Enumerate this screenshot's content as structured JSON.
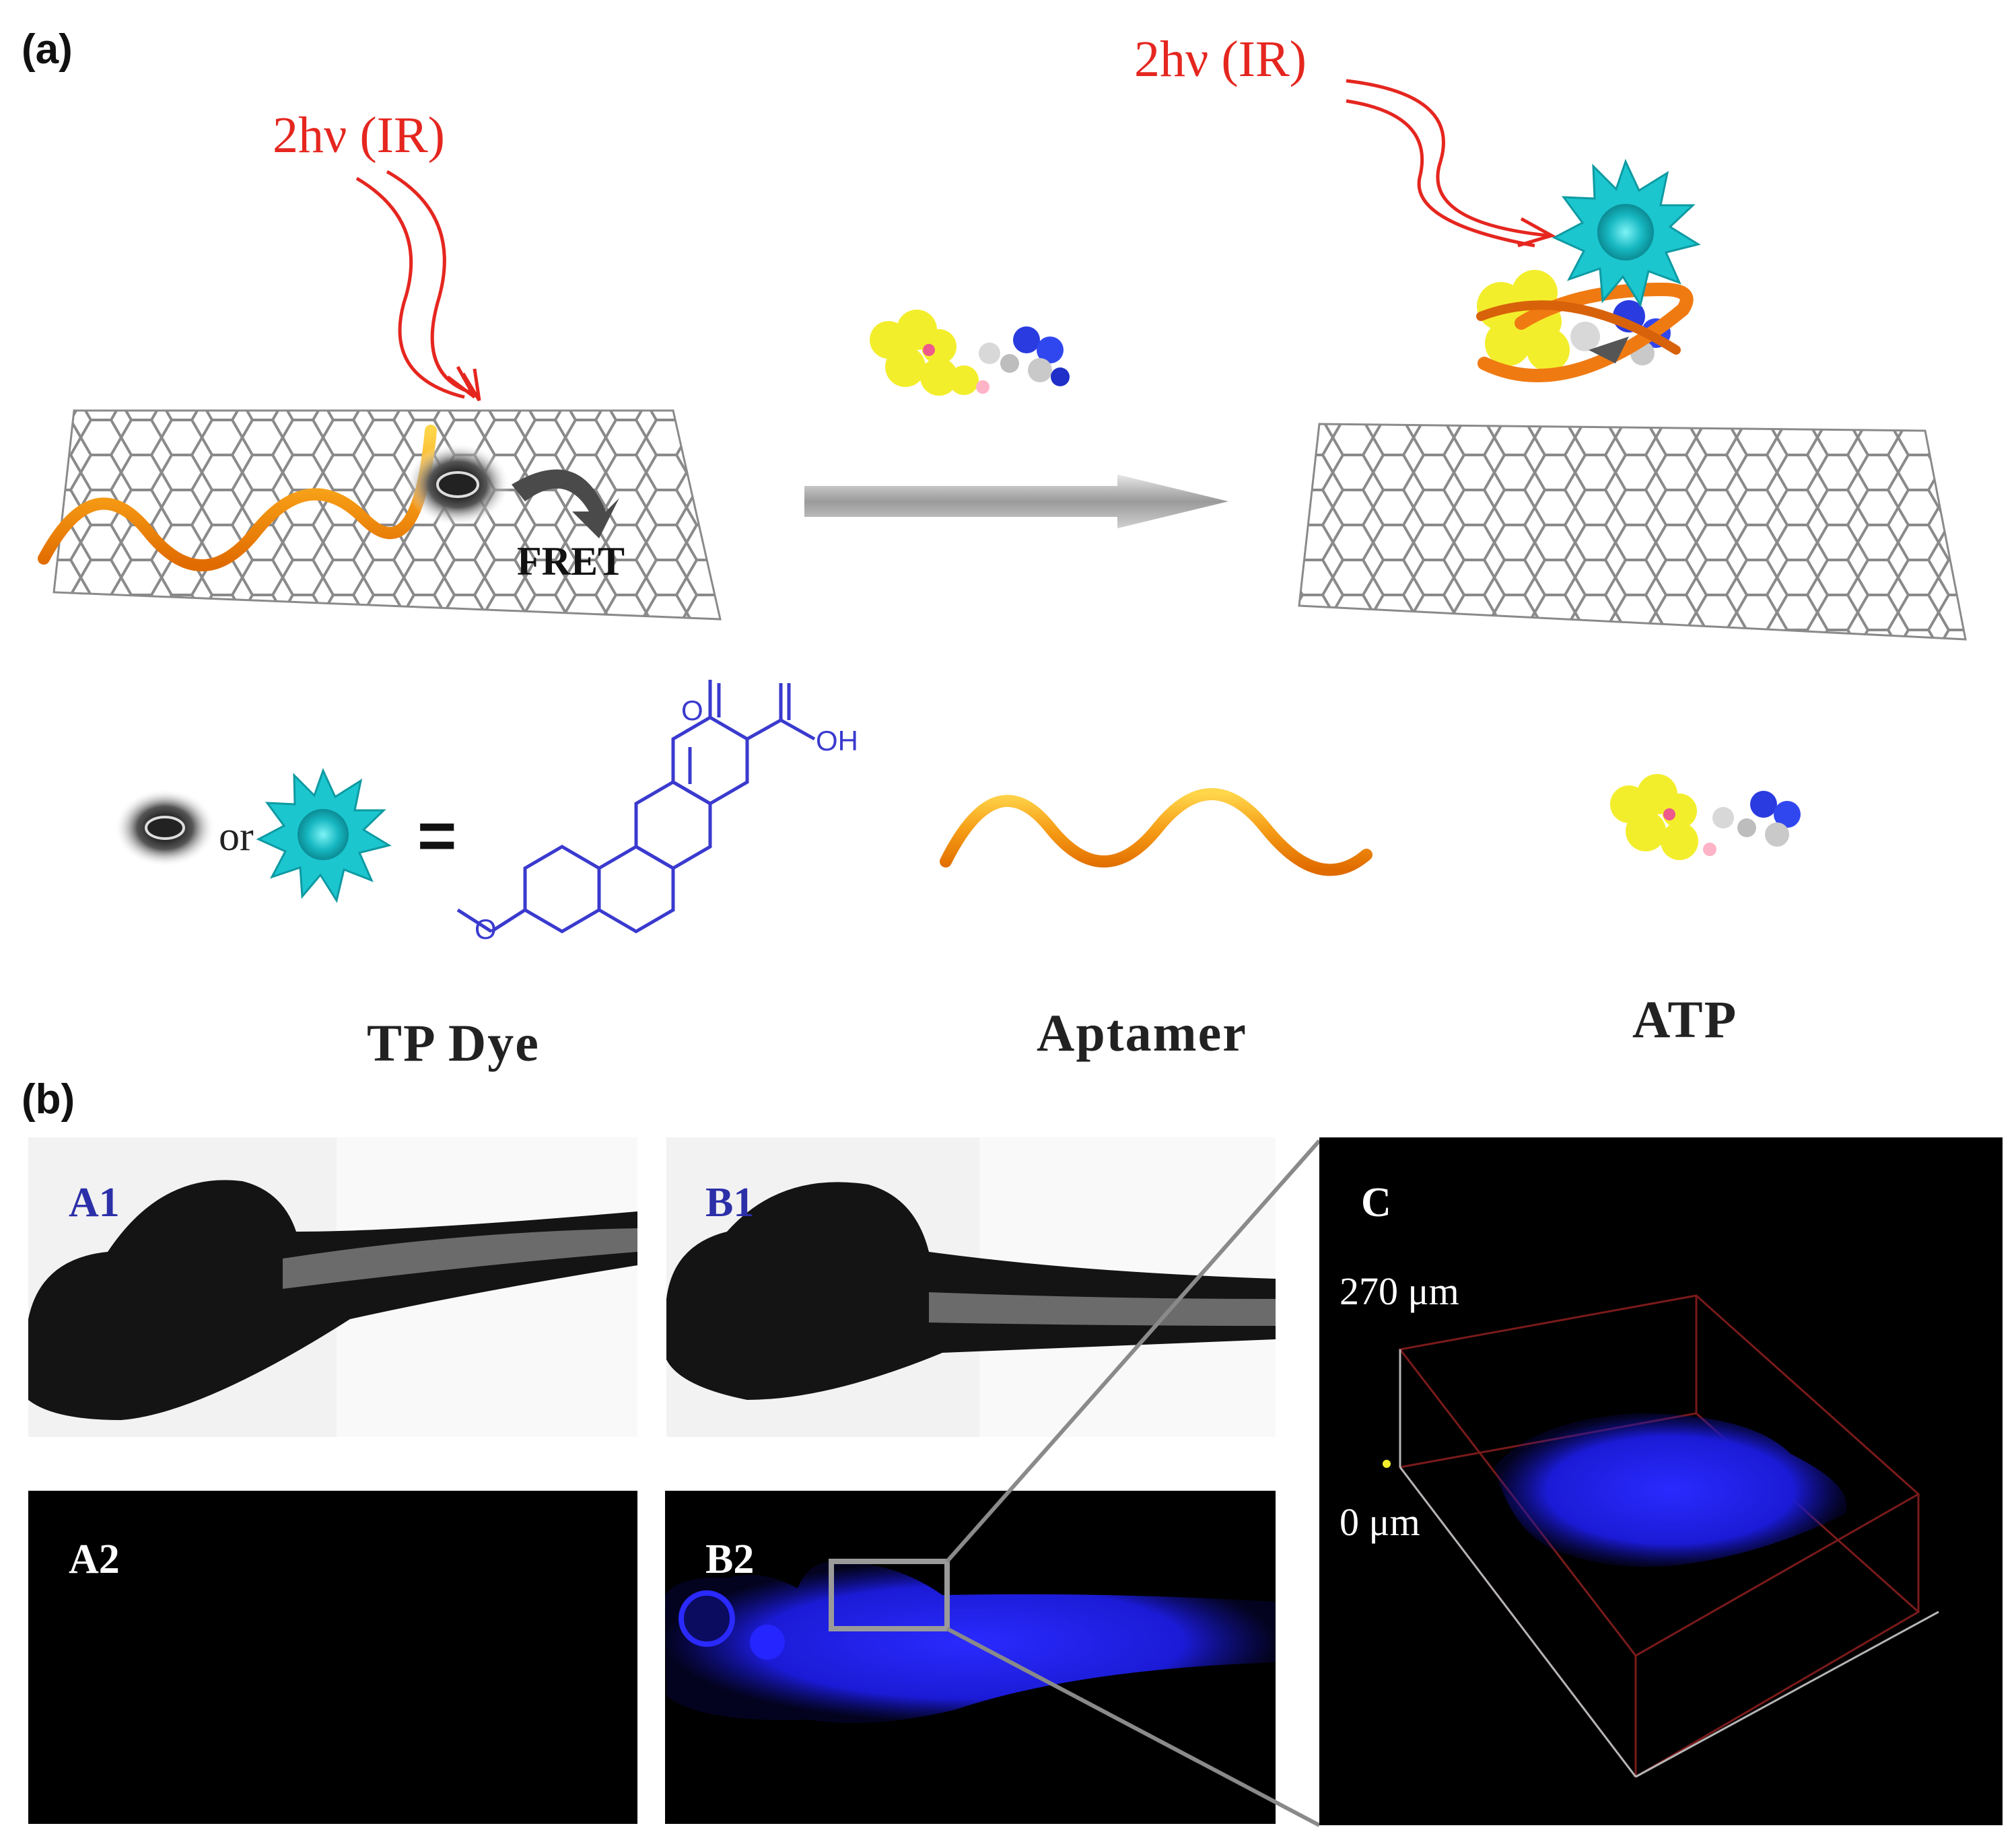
{
  "panel_a": {
    "label": "(a)",
    "excitation_left": "2hν (IR)",
    "excitation_right": "2hν (IR)",
    "fret_label": "FRET",
    "legend": {
      "or_text": "or",
      "equals": "=",
      "tp_dye_caption": "TP Dye",
      "aptamer_caption": "Aptamer",
      "atp_caption": "ATP",
      "molecule_labels": {
        "oxygen": "O",
        "hydroxyl": "OH"
      }
    }
  },
  "panel_b": {
    "label": "(b)",
    "images": {
      "a1": "A1",
      "a2": "A2",
      "b1": "B1",
      "b2": "B2",
      "c": "C"
    },
    "scale_top": "270 μm",
    "scale_bottom": "0 μm"
  },
  "colors": {
    "excitation_red": "#e5261f",
    "graphene_grey": "#8a8a8a",
    "dye_cyan": "#1bc6cf",
    "ribbon_orange": "#f59a14",
    "fluorescence_blue": "#1e1ee8",
    "label_blue": "#2b2fa8"
  }
}
